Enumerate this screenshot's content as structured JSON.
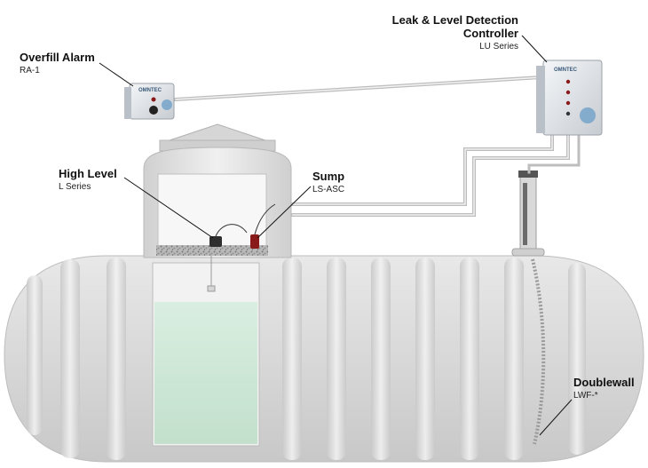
{
  "components": {
    "overfill_alarm": {
      "title": "Overfill Alarm",
      "model": "RA-1"
    },
    "controller": {
      "title_line1": "Leak & Level Detection",
      "title_line2": "Controller",
      "model": "LU Series"
    },
    "high_level": {
      "title": "High Level",
      "model": "L Series"
    },
    "sump": {
      "title": "Sump",
      "model": "LS-ASC"
    },
    "doublewall": {
      "title": "Doublewall",
      "model": "LWF-*"
    }
  },
  "brand": "OMNTEC",
  "colors": {
    "tank": "#dcdcdc",
    "tank_dark": "#c4c4c4",
    "liquid": "#cfe8d8",
    "wire": "#c8c8c8",
    "box_red": "#8a1a1a"
  }
}
